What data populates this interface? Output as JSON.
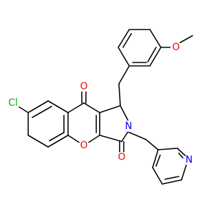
{
  "molecule": {
    "atoms": [
      {
        "id": "O_ketone",
        "symbol": "O",
        "color": "#ff0000"
      },
      {
        "id": "O_methoxy",
        "symbol": "O",
        "color": "#ff0000"
      },
      {
        "id": "Cl",
        "symbol": "Cl",
        "color": "#00b300"
      },
      {
        "id": "O_ring",
        "symbol": "O",
        "color": "#ff0000"
      },
      {
        "id": "N_lactam",
        "symbol": "N",
        "color": "#0000ff"
      },
      {
        "id": "O_lactam",
        "symbol": "O",
        "color": "#ff0000"
      },
      {
        "id": "N_pyridine",
        "symbol": "N",
        "color": "#0000ff"
      }
    ],
    "bond_color": "#000000"
  }
}
